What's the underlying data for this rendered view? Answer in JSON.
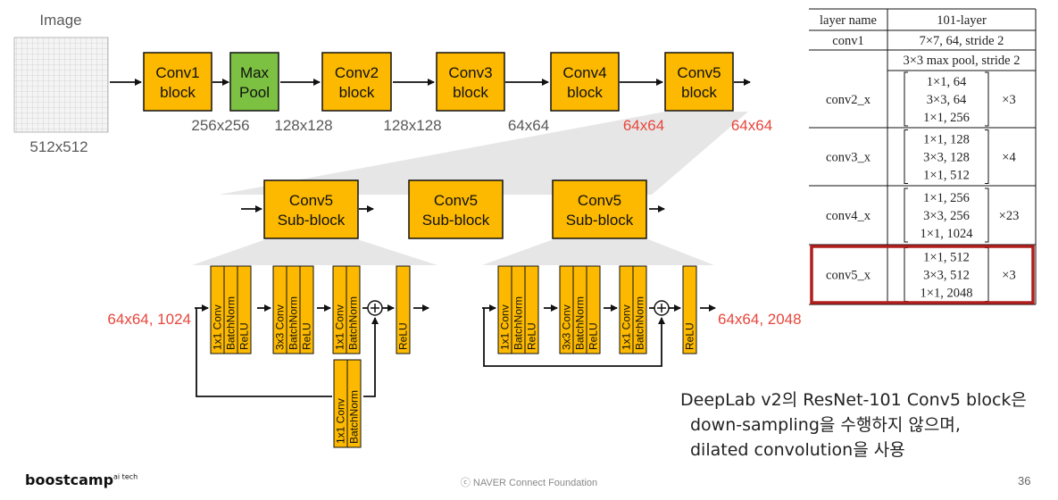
{
  "top": {
    "image_label": "Image",
    "image_size": "512x512",
    "blocks": [
      {
        "line1": "Conv1",
        "line2": "block"
      },
      {
        "line1": "Max",
        "line2": "Pool"
      },
      {
        "line1": "Conv2",
        "line2": "block"
      },
      {
        "line1": "Conv3",
        "line2": "block"
      },
      {
        "line1": "Conv4",
        "line2": "block"
      },
      {
        "line1": "Conv5",
        "line2": "block"
      }
    ],
    "sizes": [
      "256x256",
      "128x128",
      "128x128",
      "64x64",
      "64x64",
      "64x64"
    ]
  },
  "sub_blocks": [
    {
      "line1": "Conv5",
      "line2": "Sub-block"
    },
    {
      "line1": "Conv5",
      "line2": "Sub-block"
    },
    {
      "line1": "Conv5",
      "line2": "Sub-block"
    }
  ],
  "detail": {
    "input_label": "64x64, 1024",
    "output_label": "64x64, 2048",
    "left_bars": [
      [
        "1x1 Conv",
        "BatchNorm",
        "ReLU"
      ],
      [
        "3x3 Conv",
        "BatchNorm",
        "ReLU"
      ],
      [
        "1x1 Conv",
        "BatchNorm"
      ],
      [
        "ReLU"
      ]
    ],
    "shortcut_bar": [
      "1x1 Conv",
      "BatchNorm"
    ],
    "right_bars": [
      [
        "1x1 Conv",
        "BatchNorm",
        "ReLU"
      ],
      [
        "3x3 Conv",
        "BatchNorm",
        "ReLU"
      ],
      [
        "1x1 Conv",
        "BatchNorm"
      ],
      [
        "ReLU"
      ]
    ]
  },
  "table": {
    "header": [
      "layer name",
      "101-layer"
    ],
    "conv1": [
      "conv1",
      "7×7, 64, stride 2"
    ],
    "pool": "3×3 max pool, stride 2",
    "rows": [
      {
        "name": "conv2_x",
        "lines": [
          "1×1, 64",
          "3×3, 64",
          "1×1, 256"
        ],
        "mult": "×3"
      },
      {
        "name": "conv3_x",
        "lines": [
          "1×1, 128",
          "3×3, 128",
          "1×1, 512"
        ],
        "mult": "×4"
      },
      {
        "name": "conv4_x",
        "lines": [
          "1×1, 256",
          "3×3, 256",
          "1×1, 1024"
        ],
        "mult": "×23"
      },
      {
        "name": "conv5_x",
        "lines": [
          "1×1, 512",
          "3×3, 512",
          "1×1, 2048"
        ],
        "mult": "×3"
      }
    ],
    "highlight_color": "#b01e1e"
  },
  "note": {
    "lines": [
      "DeepLab v2의 ResNet-101 Conv5 block은",
      "down-sampling을 수행하지 않으며,",
      "dilated convolution을 사용"
    ]
  },
  "footer": {
    "logo": "boostcamp",
    "logo_sup": "ai tech",
    "copyright": "ⓒ  NAVER Connect Foundation",
    "page": "36"
  },
  "colors": {
    "block_orange": "#fcb900",
    "maxpool_green": "#7cc142",
    "red_label": "#e8463c"
  }
}
